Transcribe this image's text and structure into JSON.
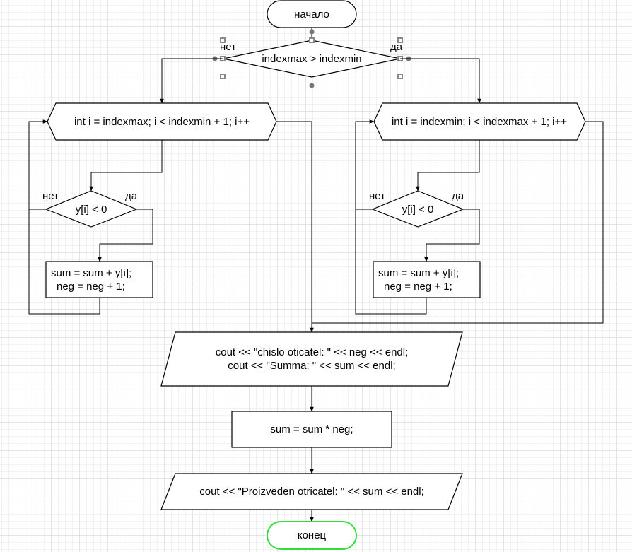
{
  "flowchart": {
    "start": "начало",
    "end": "конец",
    "main_condition": "indexmax > indexmin",
    "main_no": "нет",
    "main_yes": "да",
    "left_loop": "int i = indexmax; i < indexmin + 1; i++",
    "right_loop": "int i = indexmin; i < indexmax + 1; i++",
    "inner_condition_left": "y[i] < 0",
    "inner_condition_right": "y[i] < 0",
    "inner_no_left": "нет",
    "inner_yes_left": "да",
    "inner_no_right": "нет",
    "inner_yes_right": "да",
    "left_sum_line1": "sum = sum + y[i];",
    "left_sum_line2": "neg = neg + 1;",
    "right_sum_line1": "sum = sum + y[i];",
    "right_sum_line2": "neg = neg + 1;",
    "output1_line1": "cout << \"chislo oticatel: \" << neg << endl;",
    "output1_line2": "cout << \"Summa: \" << sum << endl;",
    "process_mult": "sum = sum * neg;",
    "output2": "cout << \"Proizveden otricatel: \" << sum << endl;"
  },
  "colors": {
    "stroke": "#000000",
    "end_stroke": "#33dd33",
    "selection_handle": "#888888"
  }
}
